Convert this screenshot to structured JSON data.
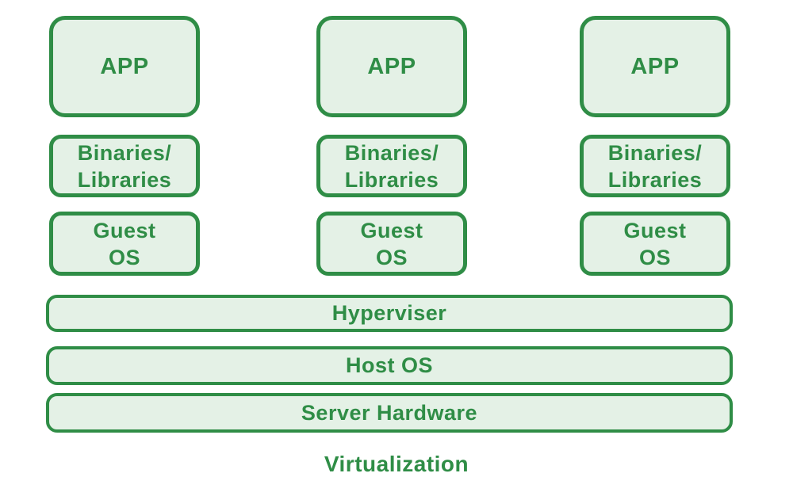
{
  "title": "Virtualization",
  "colors": {
    "border": "#2f8d46",
    "fill": "#e4f1e6",
    "text": "#2f8d46",
    "background": "#ffffff"
  },
  "columns": [
    {
      "app": "APP",
      "binaries_line1": "Binaries/",
      "binaries_line2": "Libraries",
      "guest_line1": "Guest",
      "guest_line2": "OS"
    },
    {
      "app": "APP",
      "binaries_line1": "Binaries/",
      "binaries_line2": "Libraries",
      "guest_line1": "Guest",
      "guest_line2": "OS"
    },
    {
      "app": "APP",
      "binaries_line1": "Binaries/",
      "binaries_line2": "Libraries",
      "guest_line1": "Guest",
      "guest_line2": "OS"
    }
  ],
  "layers": [
    {
      "label": "Hyperviser"
    },
    {
      "label": "Host OS"
    },
    {
      "label": "Server Hardware"
    }
  ]
}
